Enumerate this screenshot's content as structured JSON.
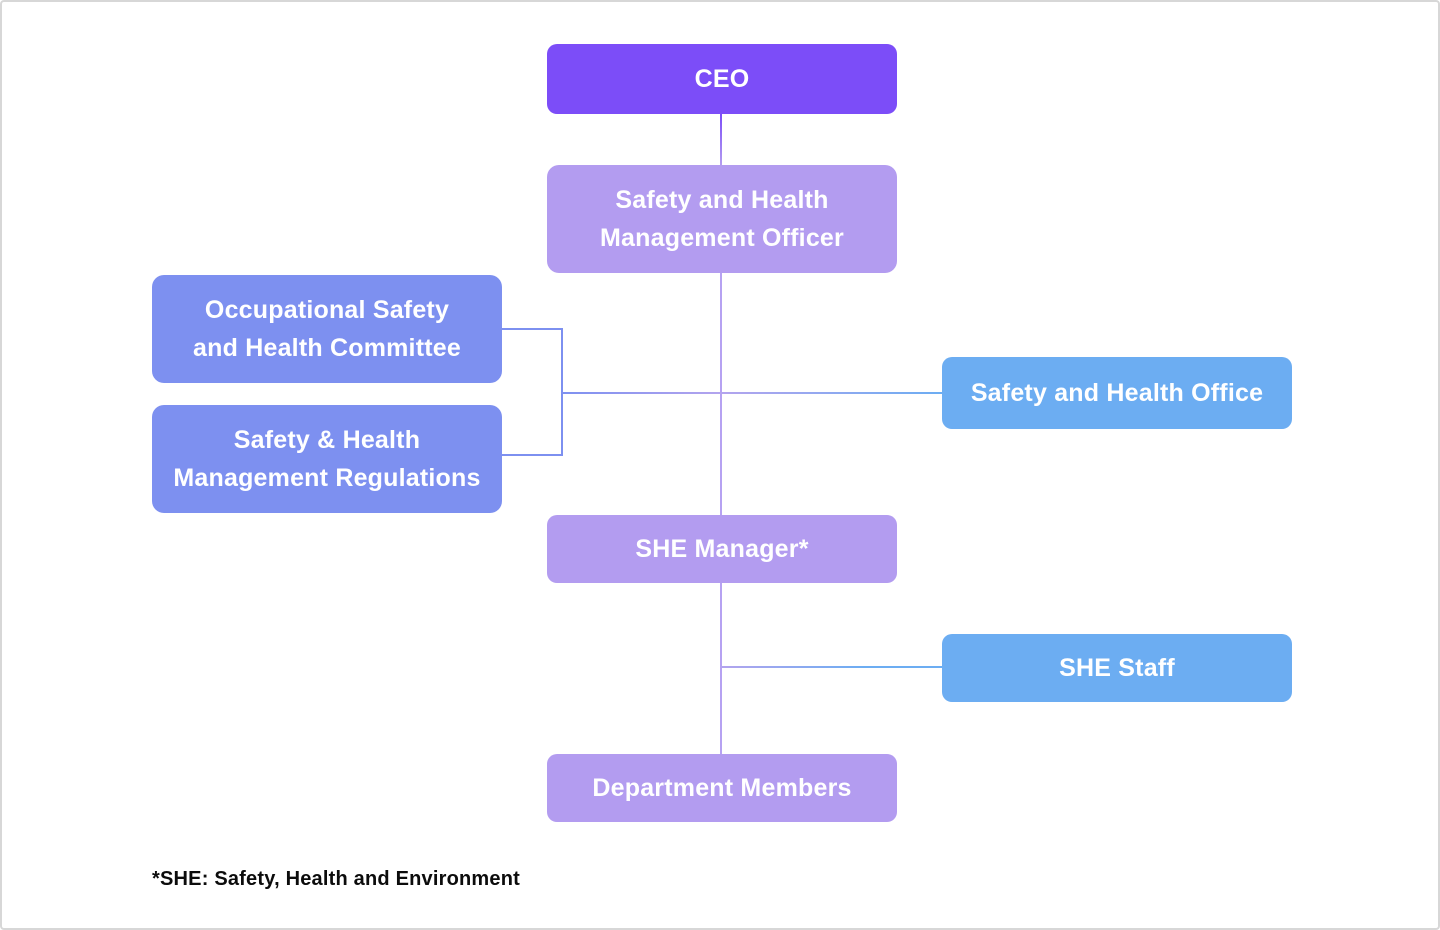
{
  "diagram": {
    "type": "org-chart",
    "footnote": "*SHE: Safety, Health and Environment",
    "nodes": [
      {
        "id": "ceo",
        "label": "CEO",
        "color": "#7C4DF8"
      },
      {
        "id": "officer",
        "label": "Safety and Health\nManagement Officer",
        "color": "#B39CF0"
      },
      {
        "id": "committee",
        "label": "Occupational Safety\nand Health Committee",
        "color": "#7D90F0"
      },
      {
        "id": "regulations",
        "label": "Safety & Health\nManagement Regulations",
        "color": "#7D90F0"
      },
      {
        "id": "office",
        "label": "Safety and Health Office",
        "color": "#6CADF2"
      },
      {
        "id": "she_manager",
        "label": "SHE Manager*",
        "color": "#B39CF0"
      },
      {
        "id": "she_staff",
        "label": "SHE Staff",
        "color": "#6CADF2"
      },
      {
        "id": "members",
        "label": "Department Members",
        "color": "#B39CF0"
      }
    ],
    "edges": [
      "ceo -> officer",
      "officer -> she_manager",
      "she_manager -> members",
      "committee -> spine",
      "regulations -> spine",
      "spine -> office",
      "she_manager -> she_staff"
    ],
    "colors": {
      "ceo_box": "#7C4DF8",
      "lavender_box": "#B39CF0",
      "periwinkle_box": "#7D90F0",
      "blue_box": "#6CADF2",
      "spine_connector": "#B6A2F2",
      "bracket_connector": "#7D90F0",
      "canvas_border": "#D7D7D7",
      "node_text": "#FFFFFF",
      "footnote_text": "#0C0C0C"
    }
  }
}
